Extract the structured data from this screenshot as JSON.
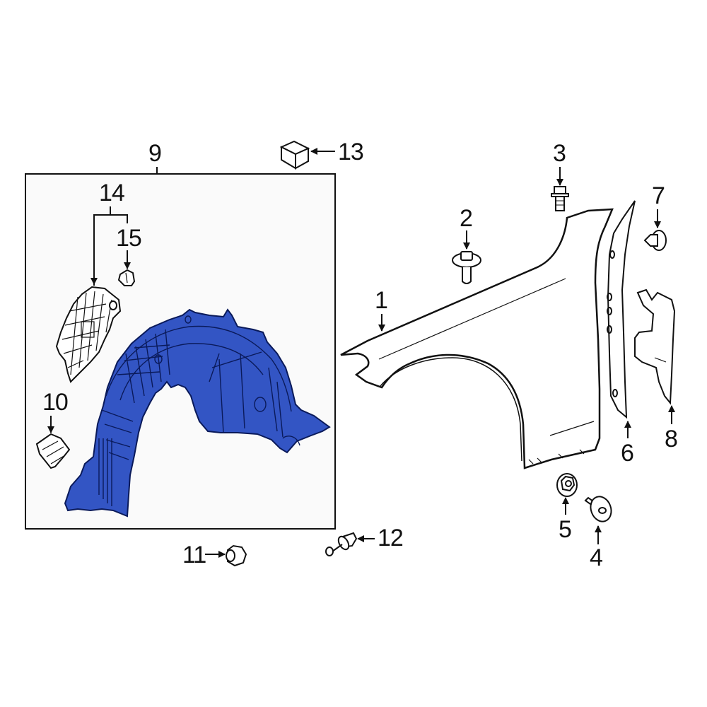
{
  "diagram": {
    "type": "exploded parts diagram",
    "subject": "Front fender and fender liner assembly",
    "colors": {
      "background": "#ffffff",
      "box_background": "#fafafa",
      "line": "#111111",
      "highlight_part": "#3355c4",
      "highlight_outline": "#0a1a5a"
    },
    "assembly_box": {
      "label": "9",
      "contains": [
        "10",
        "14",
        "15",
        "liner"
      ]
    },
    "callouts": [
      {
        "id": "1",
        "label": "1",
        "part": "fender"
      },
      {
        "id": "2",
        "label": "2",
        "part": "push-clip"
      },
      {
        "id": "3",
        "label": "3",
        "part": "flange-bolt"
      },
      {
        "id": "4",
        "label": "4",
        "part": "stud-bolt"
      },
      {
        "id": "5",
        "label": "5",
        "part": "nut"
      },
      {
        "id": "6",
        "label": "6",
        "part": "fender-bracket"
      },
      {
        "id": "7",
        "label": "7",
        "part": "grommet-clip"
      },
      {
        "id": "8",
        "label": "8",
        "part": "insulator"
      },
      {
        "id": "9",
        "label": "9",
        "part": "fender-liner-assembly"
      },
      {
        "id": "10",
        "label": "10",
        "part": "liner-bracket"
      },
      {
        "id": "11",
        "label": "11",
        "part": "flange-nut"
      },
      {
        "id": "12",
        "label": "12",
        "part": "rivet-clip"
      },
      {
        "id": "13",
        "label": "13",
        "part": "block"
      },
      {
        "id": "14",
        "label": "14",
        "part": "splash-shield"
      },
      {
        "id": "15",
        "label": "15",
        "part": "clip"
      }
    ]
  }
}
